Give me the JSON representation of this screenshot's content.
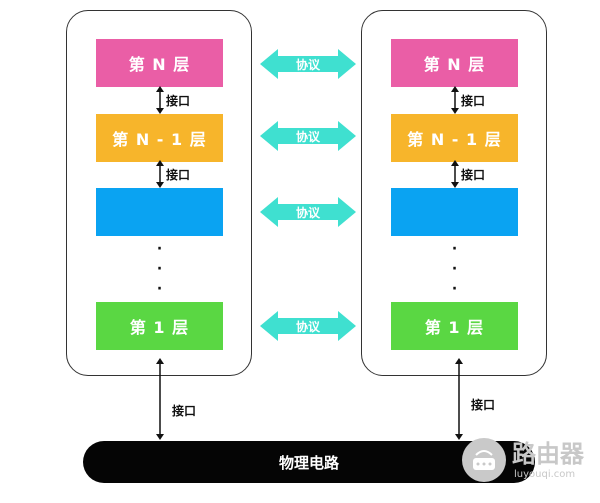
{
  "stacks": [
    {
      "layers": [
        "第 N 层",
        "第 N - 1 层",
        "",
        "第 1 层"
      ],
      "dots": [
        "·",
        "·",
        "·"
      ]
    },
    {
      "layers": [
        "第 N 层",
        "第 N - 1 层",
        "",
        "第 1 层"
      ],
      "dots": [
        "·",
        "·",
        "·"
      ]
    }
  ],
  "interface_label": "接口",
  "protocol_label": "协议",
  "physical_label": "物理电路",
  "watermark": {
    "text": "路由器",
    "sub": "luyouqi.com"
  },
  "colors": {
    "layer_n": "#ea5ea6",
    "layer_n1": "#f7b52b",
    "layer_blank": "#0aa3f2",
    "layer_1": "#5ad743",
    "protocol_arrow": "#3fe0d0",
    "physical": "#050505"
  }
}
